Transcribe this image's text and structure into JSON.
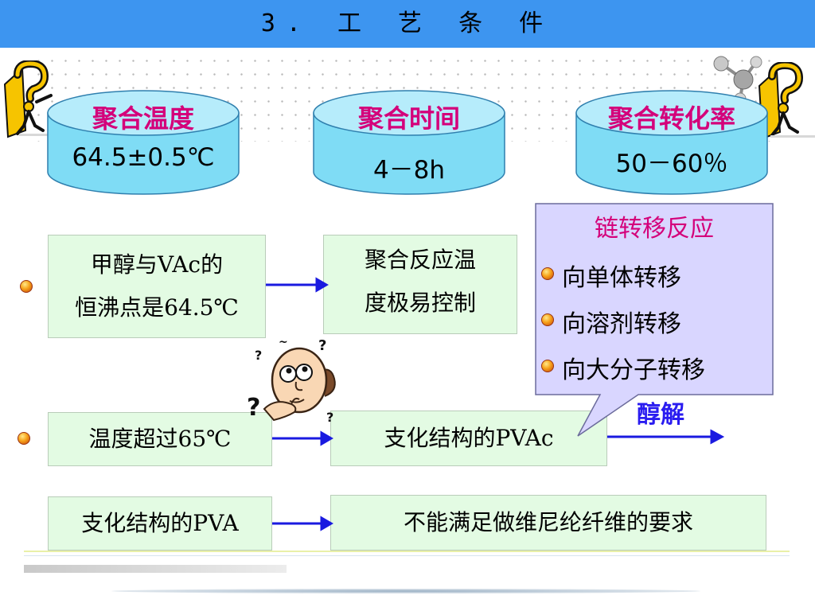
{
  "title": "3. 工 艺 条 件",
  "conditions": [
    {
      "label": "聚合温度",
      "value": "64.5±0.5℃"
    },
    {
      "label": "聚合时间",
      "value": "4－8h"
    },
    {
      "label": "聚合转化率",
      "value": "50－60％"
    }
  ],
  "rows": {
    "row1": {
      "left_line1": "甲醇与VAc的",
      "left_line2": "恒沸点是64.5℃",
      "right_line1": "聚合反应温",
      "right_line2": "度极易控制"
    },
    "row2": {
      "left": "温度超过65℃",
      "right": "支化结构的PVAc"
    },
    "row3": {
      "left": "支化结构的PVA",
      "right": "不能满足做维尼纶纤维的要求"
    }
  },
  "callout": {
    "title": "链转移反应",
    "items": [
      "向单体转移",
      "向溶剂转移",
      "向大分子转移"
    ]
  },
  "arrow_label": "醇解",
  "colors": {
    "title_bar": "#3d95f0",
    "condition_label": "#d4007a",
    "green_box": "#e3fbe3",
    "callout_fill": "#d9d6ff",
    "arrow": "#1a1ae0"
  },
  "icons": [
    "question-man-icon",
    "molecule-icon",
    "thinking-man-icon"
  ]
}
